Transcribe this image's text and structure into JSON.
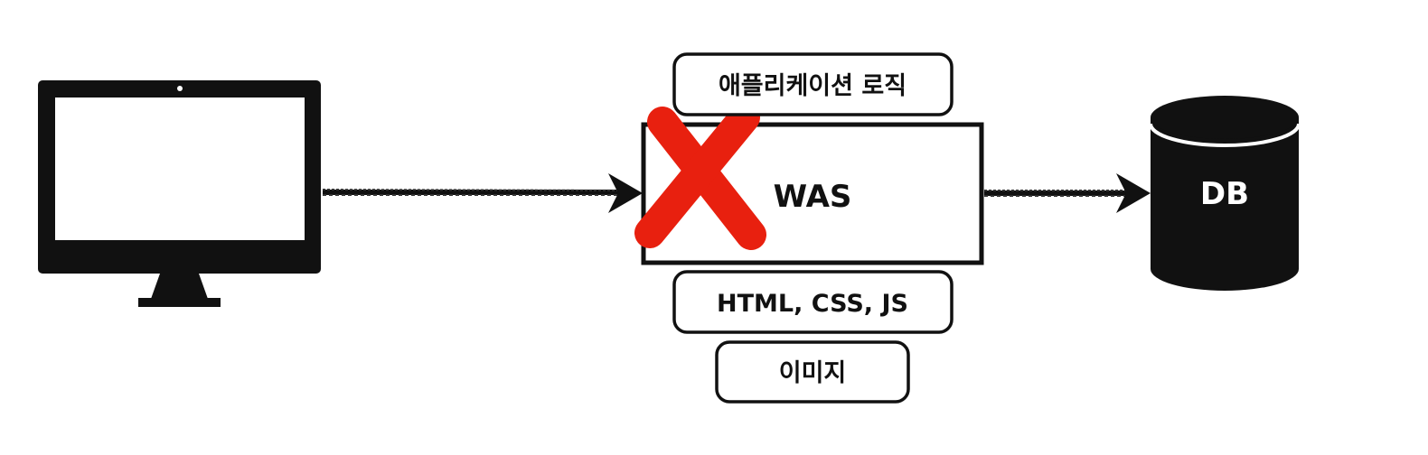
{
  "diagram": {
    "client": {
      "icon": "monitor-icon"
    },
    "server": {
      "label": "WAS",
      "crossed_out": true,
      "cross_color": "#e8200f",
      "responsibilities_above": [
        "애플리케이션 로직"
      ],
      "responsibilities_below": [
        "HTML, CSS, JS",
        "이미지"
      ]
    },
    "database": {
      "label": "DB",
      "icon": "database-cylinder-icon"
    },
    "flow": [
      {
        "from": "client",
        "to": "server"
      },
      {
        "from": "server",
        "to": "database"
      }
    ],
    "colors": {
      "ink": "#111111",
      "background": "#ffffff",
      "cross": "#e8200f"
    }
  }
}
